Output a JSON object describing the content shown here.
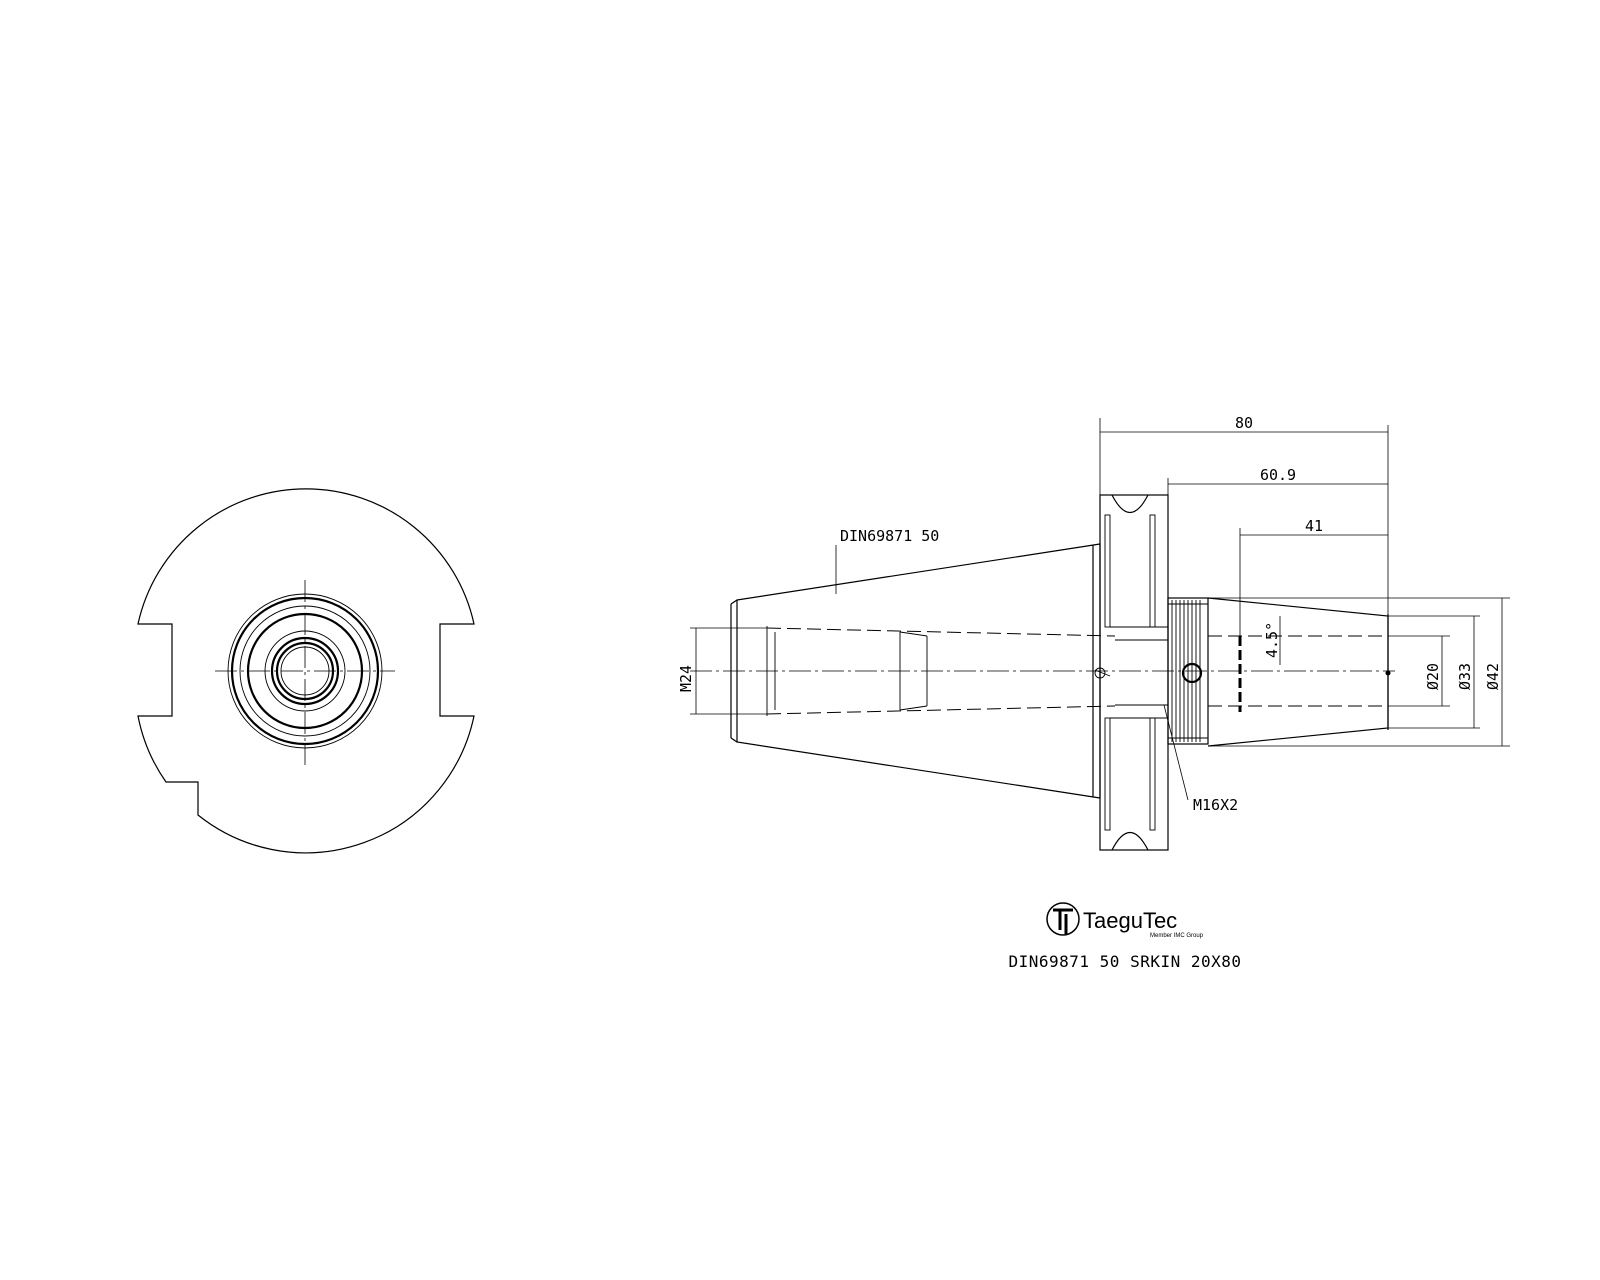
{
  "drawing": {
    "leader_label": "DIN69871 50",
    "thread_label": "M16X2",
    "caption": "DIN69871 50 SRKIN 20X80"
  },
  "dimensions": {
    "overall_length": "80",
    "flange_to_tip": "60.9",
    "taper_length": "41",
    "taper_angle": "4.5°",
    "retention_thread": "M24",
    "bore_diameter": "Ø20",
    "tip_diameter": "Ø33",
    "base_diameter": "Ø42"
  },
  "logo": {
    "brand": "TaeguTec",
    "tagline": "Member IMC Group"
  }
}
